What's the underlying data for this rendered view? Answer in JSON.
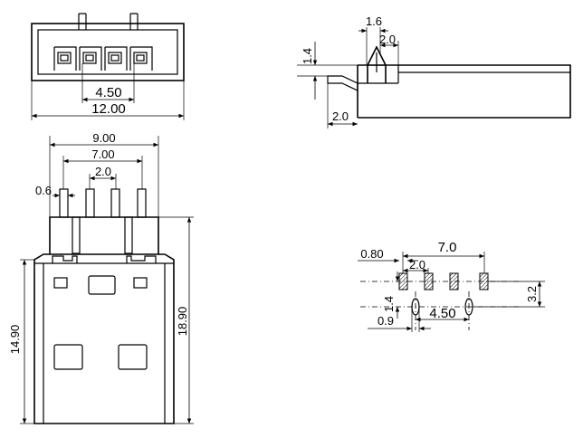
{
  "top_view": {
    "pitch": "4.50",
    "width": "12.00"
  },
  "side_view": {
    "tip_width": "1.6",
    "tip_offset": "2.0",
    "height_small": "1.4",
    "bottom_offset": "2.0"
  },
  "front_view": {
    "outer_pins": "9.00",
    "inner_pins": "7.00",
    "pin_pitch": "2.0",
    "pin_width": "0.6",
    "body_height": "14.90",
    "total_height": "18.90"
  },
  "footprint": {
    "pad_size": "0.80",
    "span": "7.0",
    "pitch": "2.0",
    "row_height": "1.4",
    "hole": "0.9",
    "hole_spacing": "4.50",
    "depth": "3.2"
  }
}
